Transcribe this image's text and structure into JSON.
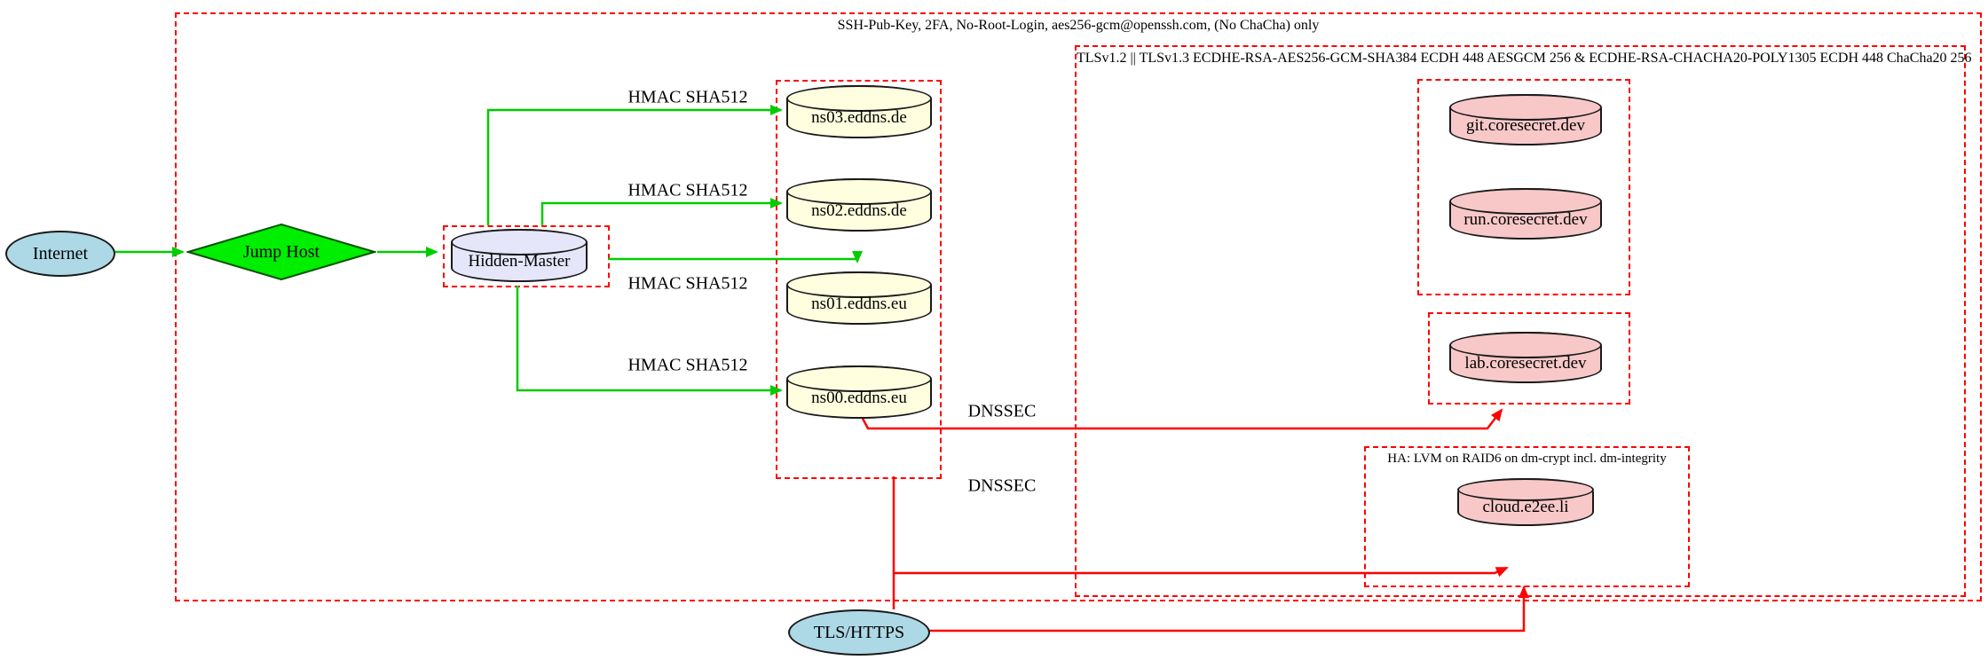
{
  "title": "Infrastructure security diagram",
  "clusters": {
    "ssh": {
      "label": "SSH-Pub-Key, 2FA, No-Root-Login, aes256-gcm@openssh.com, (No ChaCha) only"
    },
    "tls": {
      "label": "TLSv1.2 || TLSv1.3 ECDHE-RSA-AES256-GCM-SHA384 ECDH 448 AESGCM 256 & ECDHE-RSA-CHACHA20-POLY1305 ECDH 448 ChaCha20 256"
    },
    "ha": {
      "label": "HA: LVM on RAID6 on dm-crypt incl. dm-integrity"
    }
  },
  "nodes": {
    "internet": {
      "label": "Internet",
      "shape": "ellipse"
    },
    "jump_host": {
      "label": "Jump Host",
      "shape": "diamond"
    },
    "hidden_master": {
      "label": "Hidden-Master",
      "shape": "cylinder"
    },
    "ns03": {
      "label": "ns03.eddns.de",
      "shape": "cylinder"
    },
    "ns02": {
      "label": "ns02.eddns.de",
      "shape": "cylinder"
    },
    "ns01": {
      "label": "ns01.eddns.eu",
      "shape": "cylinder"
    },
    "ns00": {
      "label": "ns00.eddns.eu",
      "shape": "cylinder"
    },
    "git": {
      "label": "git.coresecret.dev",
      "shape": "cylinder"
    },
    "run": {
      "label": "run.coresecret.dev",
      "shape": "cylinder"
    },
    "lab": {
      "label": "lab.coresecret.dev",
      "shape": "cylinder"
    },
    "cloud": {
      "label": "cloud.e2ee.li",
      "shape": "cylinder"
    },
    "tls_https": {
      "label": "TLS/HTTPS",
      "shape": "ellipse"
    }
  },
  "edge_labels": {
    "hmac1": "HMAC SHA512",
    "hmac2": "HMAC SHA512",
    "hmac3": "HMAC SHA512",
    "hmac4": "HMAC SHA512",
    "dnssec1": "DNSSEC",
    "dnssec2": "DNSSEC"
  },
  "colors": {
    "boundary_red": "#FF0000",
    "secure_green": "#00CC00",
    "node_blue": "#ADD8E6",
    "node_green": "#00EE00",
    "node_lavender": "#E6E6FA",
    "node_yellow": "#FFFFE0",
    "node_pink": "#F8C8C8"
  }
}
